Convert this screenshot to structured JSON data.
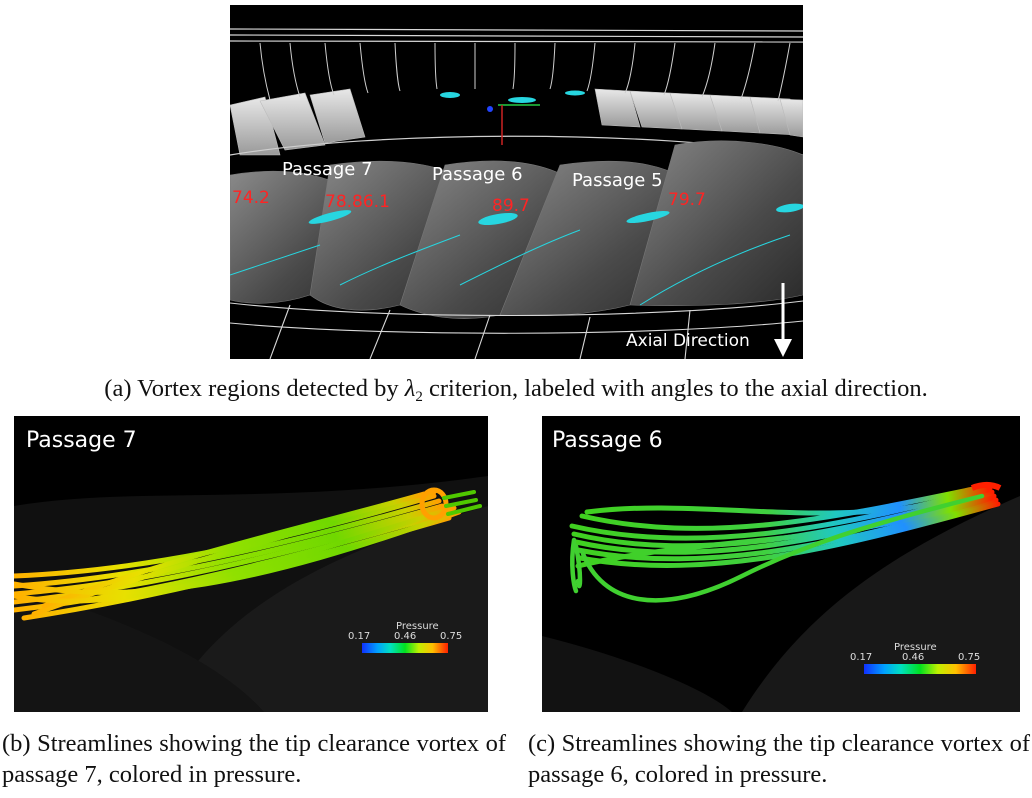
{
  "panel_a": {
    "passage_labels": [
      "Passage 7",
      "Passage 6",
      "Passage 5"
    ],
    "angle_labels": [
      "74.2",
      "78.86.1",
      "89.7",
      "79.7"
    ],
    "axial_label": "Axial Direction"
  },
  "panel_b": {
    "title": "Passage 7",
    "legend": {
      "name": "Pressure",
      "min": "0.17",
      "mid": "0.46",
      "max": "0.75"
    }
  },
  "panel_c": {
    "title": "Passage 6",
    "legend": {
      "name": "Pressure",
      "min": "0.17",
      "mid": "0.46",
      "max": "0.75"
    }
  },
  "captions": {
    "a_before": "(a) Vortex regions detected by ",
    "a_symbol": "λ",
    "a_subscript": "2",
    "a_after": " criterion, labeled with angles to the axial direction.",
    "b": "(b) Streamlines showing the tip clearance vortex of passage 7, colored in pressure.",
    "c": "(c) Streamlines showing the tip clearance vortex of passage 6, colored in pressure."
  },
  "colors": {
    "vortex": "#27d6e0",
    "angle_label": "#ff2424",
    "panel_bg": "#000000"
  }
}
